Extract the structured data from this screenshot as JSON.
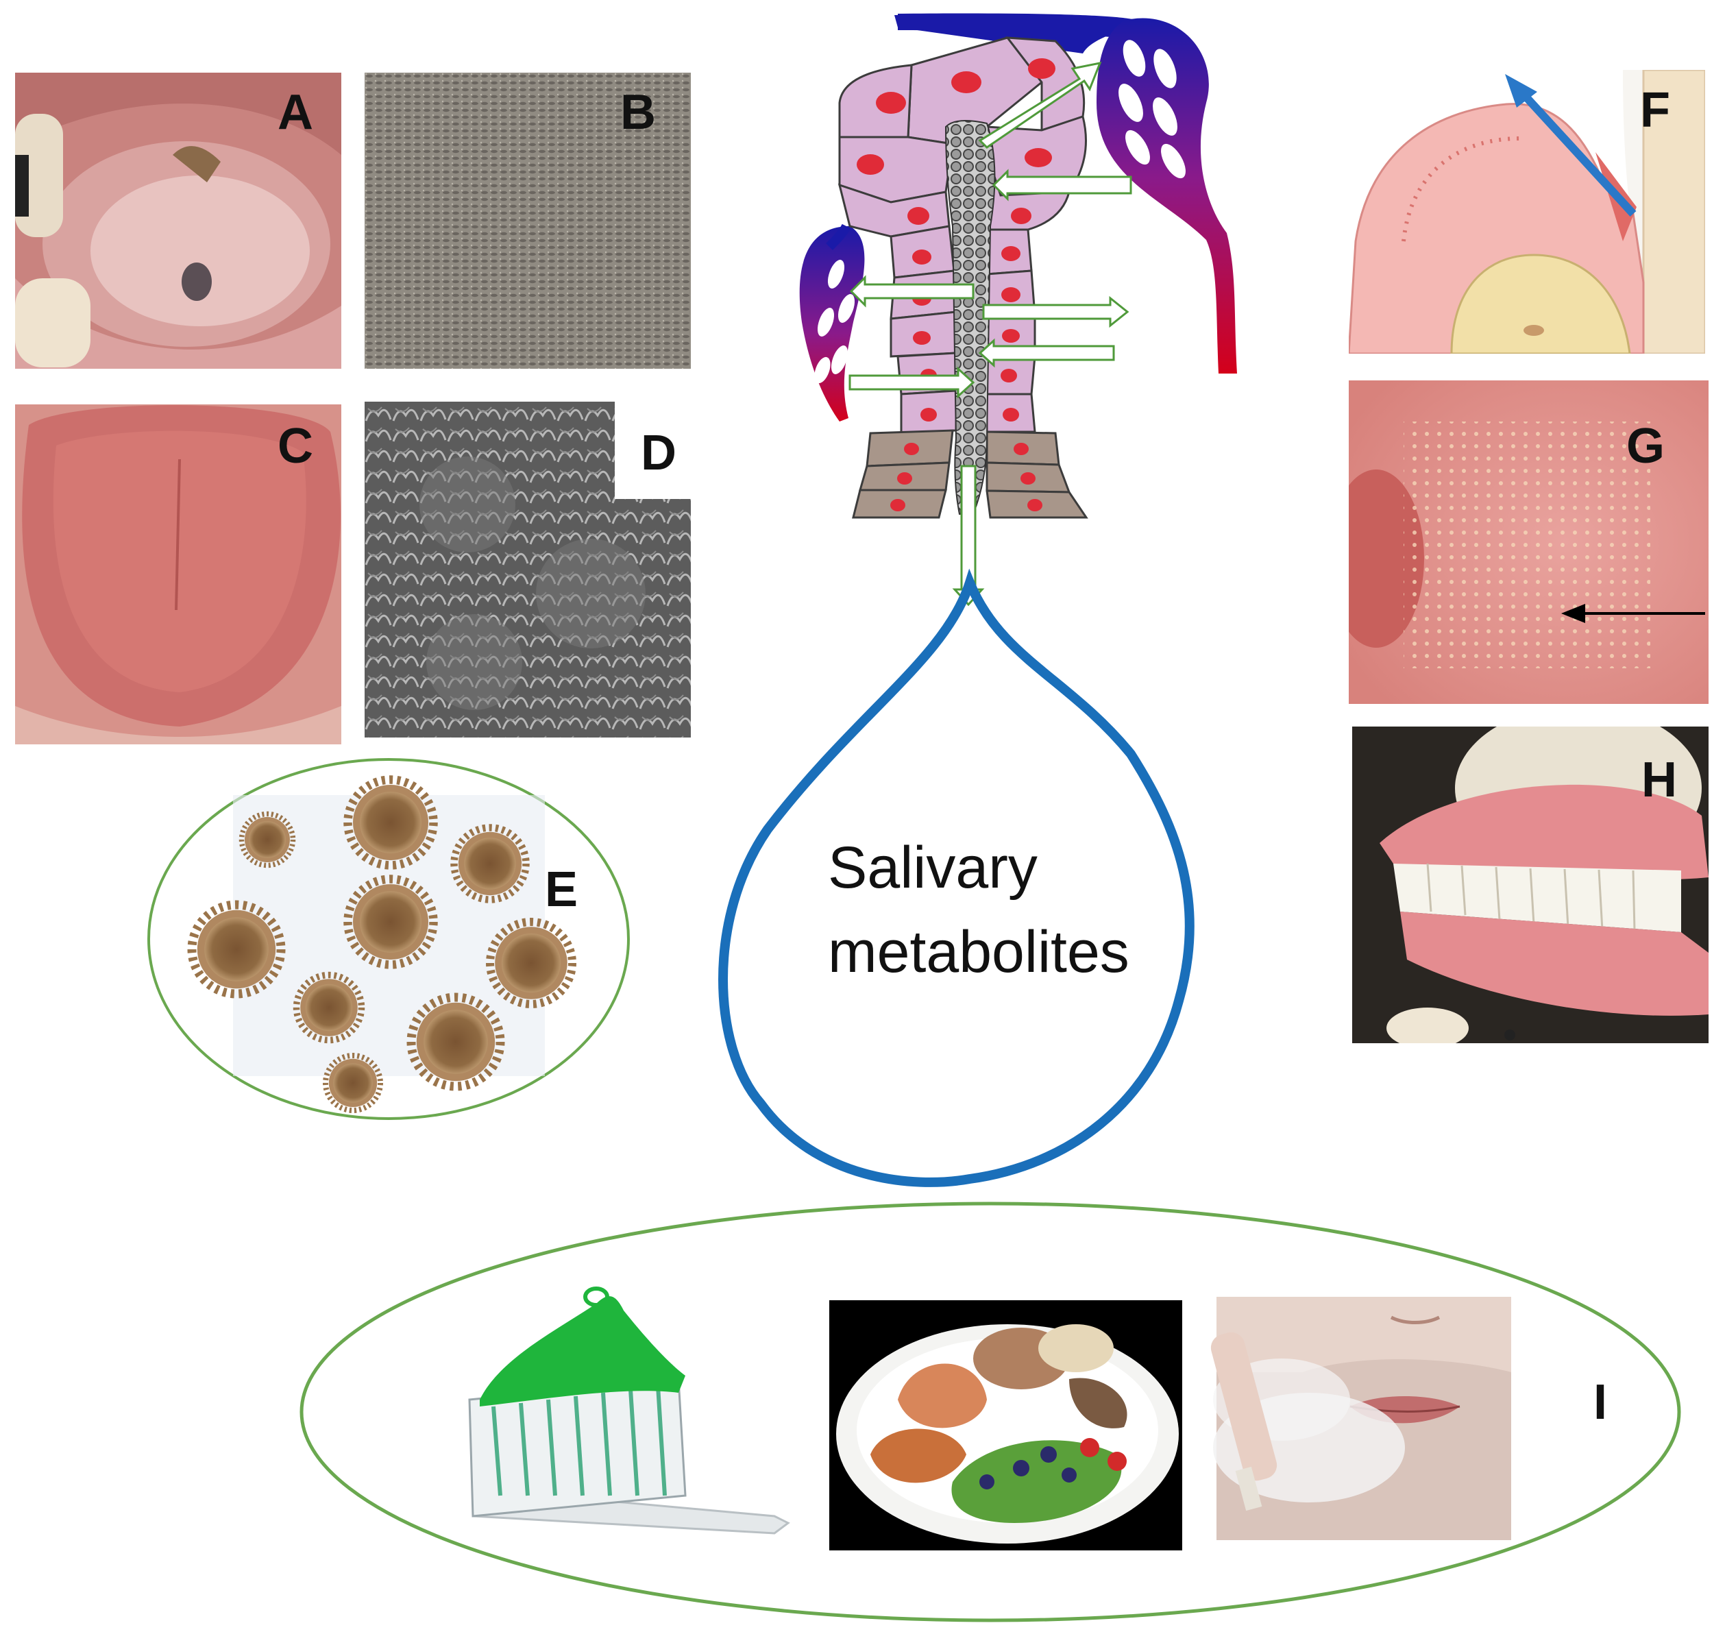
{
  "figure": {
    "center_label_line1": "Salivary",
    "center_label_line2": "metabolites",
    "panel_labels": {
      "A": "A",
      "B": "B",
      "C": "C",
      "D": "D",
      "E": "E",
      "F": "F",
      "G": "G",
      "H": "H",
      "I": "I"
    }
  },
  "colors": {
    "drop_outline": "#1a6fba",
    "ellipse_outline": "#6aa84f",
    "cell_fill": "#d9b3d6",
    "nucleus": "#e02b38",
    "duct_cell_fill": "#a8968a",
    "artery": "#d4001a",
    "vein": "#1a1aa8",
    "arrow_outline": "#4f9a3a",
    "microbe": "#8a6238"
  },
  "icons": {
    "panel_I_items": [
      "toothbrush-icon",
      "food-plate-icon",
      "smoking-icon"
    ]
  }
}
